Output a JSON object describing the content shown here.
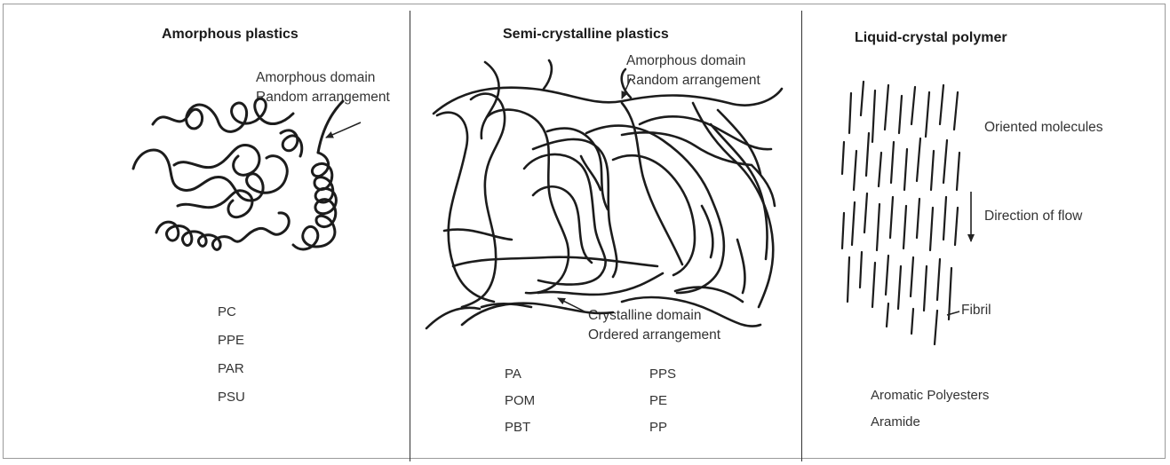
{
  "panels": [
    {
      "title": "Amorphous plastics",
      "domain_label": [
        "Amorphous domain",
        "Random arrangement"
      ],
      "examples": [
        "PC",
        "PPE",
        "PAR",
        "PSU"
      ]
    },
    {
      "title": "Semi-crystalline plastics",
      "amorphous_label": [
        "Amorphous domain",
        "Random arrangement"
      ],
      "crystalline_label": [
        "Crystalline domain",
        "Ordered arrangement"
      ],
      "examples_left": [
        "PA",
        "POM",
        "PBT"
      ],
      "examples_right": [
        "PPS",
        "PE",
        "PP"
      ]
    },
    {
      "title": "Liquid-crystal polymer",
      "oriented_label": "Oriented molecules",
      "flow_label": "Direction of flow",
      "fibril_label": "Fibril",
      "examples": [
        "Aromatic Polyesters",
        "Aramide"
      ]
    }
  ]
}
